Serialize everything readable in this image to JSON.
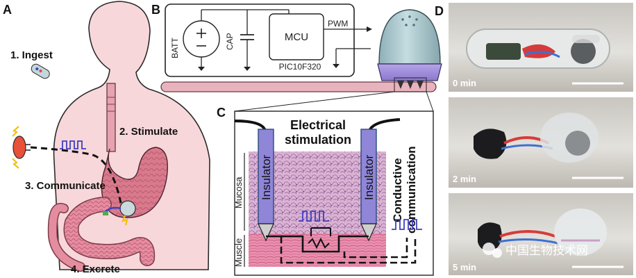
{
  "panels": {
    "a": "A",
    "b": "B",
    "c": "C",
    "d": "D"
  },
  "steps": {
    "ingest": "1. Ingest",
    "stimulate": "2. Stimulate",
    "communicate": "3. Communicate",
    "excrete": "4. Excrete"
  },
  "circuit": {
    "batt": "BATT",
    "cap": "CAP",
    "mcu": "MCU",
    "pwm": "PWM",
    "part": "PIC10F320"
  },
  "panel_c": {
    "title_line1": "Electrical",
    "title_line2": "stimulation",
    "insulator": "Insulator",
    "side_line1": "Conductive",
    "side_line2": "communication",
    "mucosa": "Mucosa",
    "muscle": "Muscle"
  },
  "photos": {
    "t0": "0 min",
    "t2": "2 min",
    "t5": "5 min"
  },
  "watermark": "中国生物技术网",
  "colors": {
    "skin": "#f8d7da",
    "insulator": "#8f86d8",
    "mucosa_fill": "#d9a6c8",
    "muscle_fill": "#e98aa8",
    "signal": "#3f3fc0",
    "device_body": "#a8c6cc",
    "device_base": "#9b86d6"
  }
}
